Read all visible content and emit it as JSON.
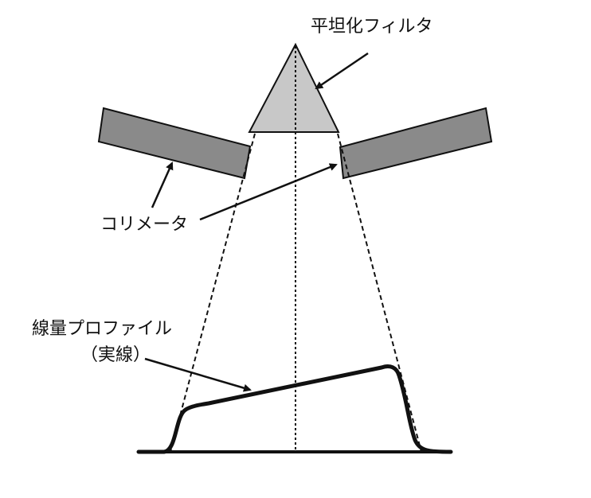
{
  "labels": {
    "filter": "平坦化フィルタ",
    "collimator": "コリメータ",
    "profile_line1": "線量プロファイル",
    "profile_line2": "（実線）"
  },
  "colors": {
    "filter_fill": "#c8c8c8",
    "collimator_fill": "#8a8a8a",
    "stroke": "#111111",
    "background": "#ffffff"
  }
}
